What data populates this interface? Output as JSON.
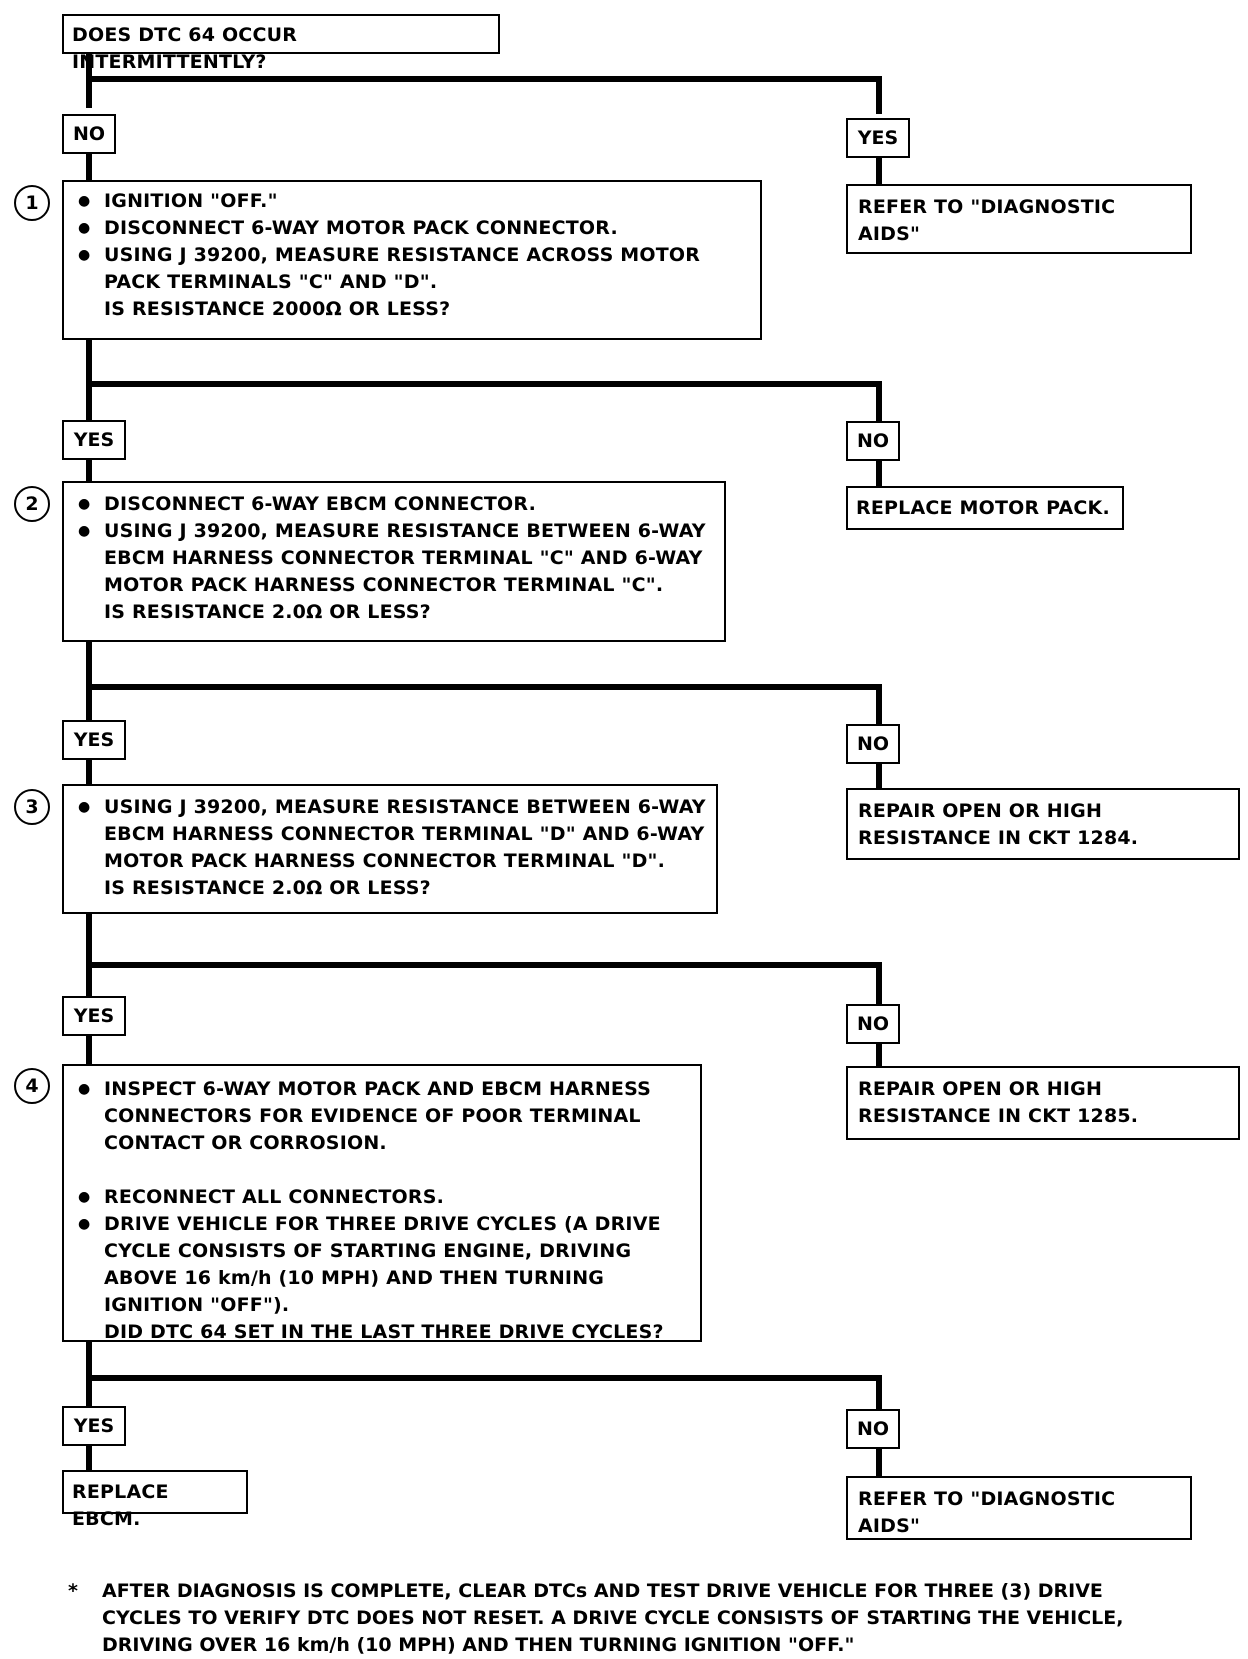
{
  "start": {
    "text": "DOES DTC 64 OCCUR INTERMITTENTLY?"
  },
  "branch0": {
    "no": "NO",
    "yes": "YES",
    "yes_result": "REFER TO \"DIAGNOSTIC AIDS\""
  },
  "step1": {
    "num": "1",
    "bullets": [
      "IGNITION \"OFF.\"",
      "DISCONNECT 6-WAY MOTOR PACK CONNECTOR.",
      "USING J 39200, MEASURE RESISTANCE ACROSS MOTOR PACK TERMINALS \"C\" AND \"D\"."
    ],
    "question": "IS RESISTANCE 2000Ω OR LESS?",
    "yes": "YES",
    "no": "NO",
    "no_result": "REPLACE MOTOR PACK."
  },
  "step2": {
    "num": "2",
    "bullets": [
      "DISCONNECT 6-WAY EBCM CONNECTOR.",
      "USING J 39200, MEASURE RESISTANCE BETWEEN 6-WAY EBCM HARNESS CONNECTOR TERMINAL \"C\" AND 6-WAY MOTOR PACK HARNESS CONNECTOR TERMINAL \"C\"."
    ],
    "question": "IS RESISTANCE 2.0Ω OR LESS?",
    "yes": "YES",
    "no": "NO",
    "no_result": "REPAIR OPEN OR HIGH RESISTANCE IN CKT 1284."
  },
  "step3": {
    "num": "3",
    "bullets": [
      "USING J 39200, MEASURE RESISTANCE BETWEEN 6-WAY EBCM HARNESS CONNECTOR TERMINAL \"D\" AND 6-WAY MOTOR PACK HARNESS CONNECTOR TERMINAL \"D\"."
    ],
    "question": "IS RESISTANCE 2.0Ω OR LESS?",
    "yes": "YES",
    "no": "NO",
    "no_result": "REPAIR OPEN OR HIGH RESISTANCE IN CKT 1285."
  },
  "step4": {
    "num": "4",
    "bullet1": "INSPECT 6-WAY MOTOR PACK AND EBCM HARNESS CONNECTORS FOR EVIDENCE OF POOR TERMINAL CONTACT OR CORROSION.",
    "bullets": [
      "RECONNECT ALL CONNECTORS.",
      "DRIVE VEHICLE FOR THREE DRIVE CYCLES (A DRIVE CYCLE CONSISTS OF STARTING ENGINE, DRIVING ABOVE 16 km/h (10 MPH) AND THEN TURNING IGNITION \"OFF\")."
    ],
    "question": "DID DTC 64 SET IN THE LAST THREE DRIVE CYCLES?",
    "yes": "YES",
    "yes_result": "REPLACE EBCM.",
    "no": "NO",
    "no_result": "REFER TO \"DIAGNOSTIC AIDS\""
  },
  "footnote": {
    "marker": "*",
    "text": "AFTER DIAGNOSIS IS COMPLETE, CLEAR DTCs AND TEST DRIVE VEHICLE FOR THREE (3) DRIVE CYCLES TO VERIFY DTC DOES NOT RESET. A DRIVE CYCLE CONSISTS OF STARTING THE VEHICLE, DRIVING OVER 16 km/h (10 MPH) AND THEN TURNING IGNITION \"OFF.\""
  }
}
